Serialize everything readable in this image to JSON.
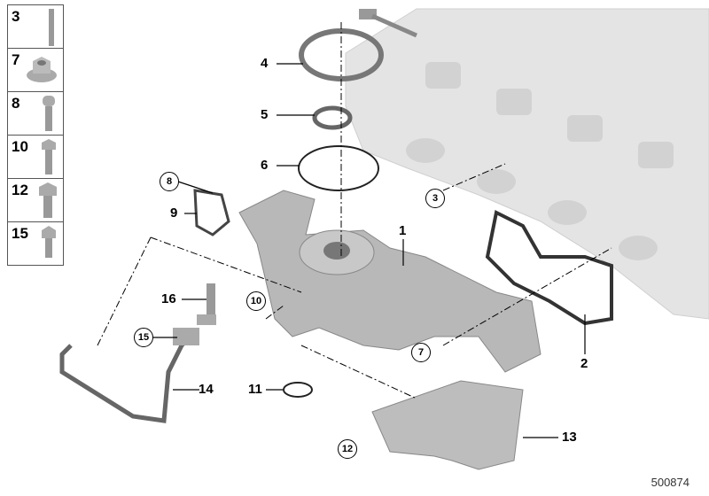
{
  "legend": [
    {
      "number": "3",
      "part": "stud"
    },
    {
      "number": "7",
      "part": "flange-nut"
    },
    {
      "number": "8",
      "part": "torx-bolt"
    },
    {
      "number": "10",
      "part": "hex-bolt"
    },
    {
      "number": "12",
      "part": "hex-bolt-large"
    },
    {
      "number": "15",
      "part": "hex-bolt-small"
    }
  ],
  "callouts": {
    "c1": "1",
    "c2": "2",
    "c3": "3",
    "c4": "4",
    "c5": "5",
    "c6": "6",
    "c7": "7",
    "c8": "8",
    "c9": "9",
    "c10": "10",
    "c11": "11",
    "c12": "12",
    "c13": "13",
    "c14": "14",
    "c15": "15",
    "c16": "16"
  },
  "reference_number": "500874"
}
